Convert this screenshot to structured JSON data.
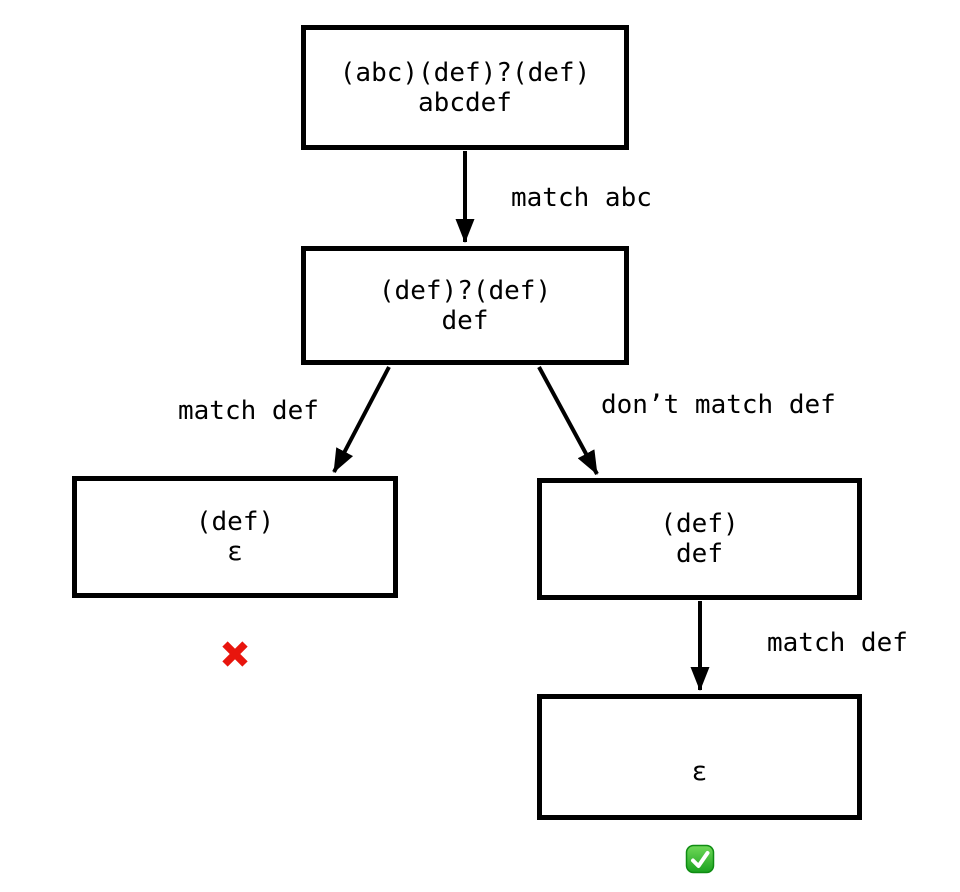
{
  "diagram": {
    "description": "regex backtracking decision tree",
    "nodes": {
      "root": {
        "regex": "(abc)(def)?(def)",
        "remaining": "abcdef"
      },
      "after_match_abc": {
        "regex": "(def)?(def)",
        "remaining": "def"
      },
      "branch_match": {
        "regex": "(def)",
        "remaining": "ε"
      },
      "branch_skip": {
        "regex": "(def)",
        "remaining": "def"
      },
      "final": {
        "regex": "",
        "remaining": "ε"
      }
    },
    "edge_labels": {
      "match_abc": "match abc",
      "match_def_left": "match def",
      "dont_match_def": "don’t match def",
      "match_def_right": "match def"
    },
    "results": {
      "fail": {
        "icon": "cross-mark",
        "color": "#e8150d"
      },
      "success": {
        "icon": "check-mark",
        "top_color": "#70d958",
        "bottom_color": "#1aa21f",
        "border_color": "#0f8c13",
        "check_color": "#ffffff"
      }
    },
    "colors": {
      "background": "#ffffff",
      "stroke": "#000000"
    }
  }
}
